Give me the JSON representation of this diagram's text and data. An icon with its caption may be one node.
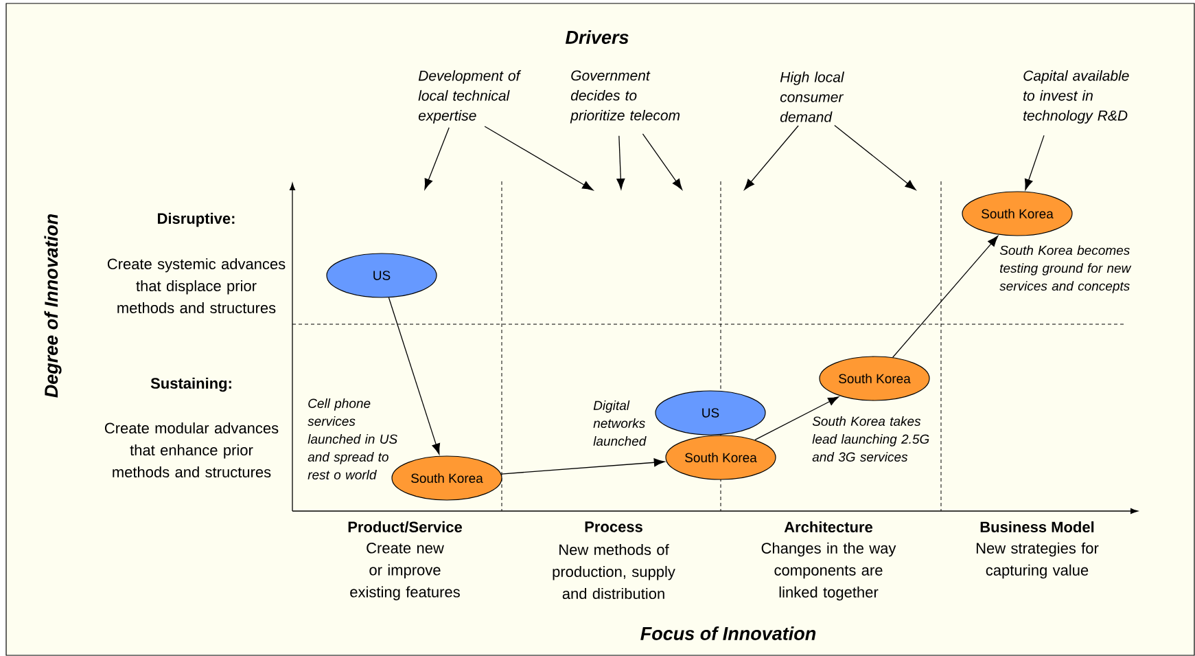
{
  "diagram": {
    "nodes": [
      {
        "text": [
          "Development of local technical expertise"
        ]
      },
      {
        "text": [
          "Government decides to prioritize telecom"
        ]
      },
      {
        "text": [
          "High local consumer demand"
        ]
      },
      {
        "text": [
          "Capital available to invest in technology R&D"
        ]
      },
      {
        "text": [
          "US"
        ]
      },
      {
        "text": [
          "South Korea"
        ]
      },
      {
        "text": [
          "US"
        ]
      },
      {
        "text": [
          "South Korea"
        ]
      },
      {
        "text": [
          "South Korea"
        ]
      },
      {
        "text": [
          "South Korea"
        ]
      }
    ],
    "edges": [
      {
        "from": 0,
        "to": null,
        "arrow": "to"
      },
      {
        "from": 0,
        "to": null,
        "arrow": "to"
      },
      {
        "from": 1,
        "to": null,
        "arrow": "to"
      },
      {
        "from": 1,
        "to": null,
        "arrow": "to"
      },
      {
        "from": 2,
        "to": null,
        "arrow": "to"
      },
      {
        "from": 2,
        "to": null,
        "arrow": "to"
      },
      {
        "from": 3,
        "to": 9,
        "arrow": "to"
      },
      {
        "from": 4,
        "to": 5,
        "arrow": "to"
      },
      {
        "from": 5,
        "to": 7,
        "arrow": "to"
      },
      {
        "from": 7,
        "to": 8,
        "arrow": "to"
      },
      {
        "from": 8,
        "to": 9,
        "arrow": "to"
      }
    ],
    "labels": [
      "Drivers",
      "Degree of Innovation",
      "Disruptive:",
      "Create systemic advances that displace prior methods and structures",
      "Sustaining:",
      "Create modular advances that enhance prior methods and structures",
      "Cell phone services launched in US and spread to rest o world",
      "Digital networks launched",
      "South Korea takes lead launching 2.5G and 3G services",
      "South Korea becomes testing ground for new services and concepts",
      "Product/Service",
      "Create new or improve existing features",
      "Process",
      "New methods of production, supply and distribution",
      "Architecture",
      "Changes in the way components are linked together",
      "Business Model",
      "New strategies for capturing value",
      "Focus of Innovation"
    ]
  }
}
